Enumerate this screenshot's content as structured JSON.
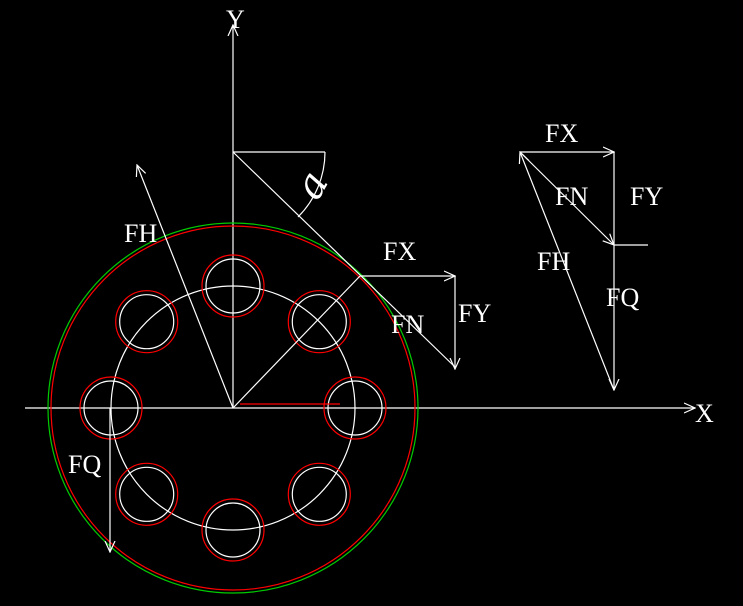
{
  "labels": {
    "axis_y": "Y",
    "axis_x": "X",
    "alpha": "a",
    "fh_left": "FH",
    "fx_mid": "FX",
    "fy_mid": "FY",
    "fn_mid": "FN",
    "fq_left": "FQ",
    "fx_tri": "FX",
    "fn_tri": "FN",
    "fy_tri": "FY",
    "fh_tri": "FH",
    "fq_tri": "FQ"
  },
  "colors": {
    "background": "#000000",
    "lines": "#ffffff",
    "hole_outer": "#ff0000",
    "flange_outer": "#00cc00"
  },
  "bolt_holes": {
    "count": 8
  }
}
